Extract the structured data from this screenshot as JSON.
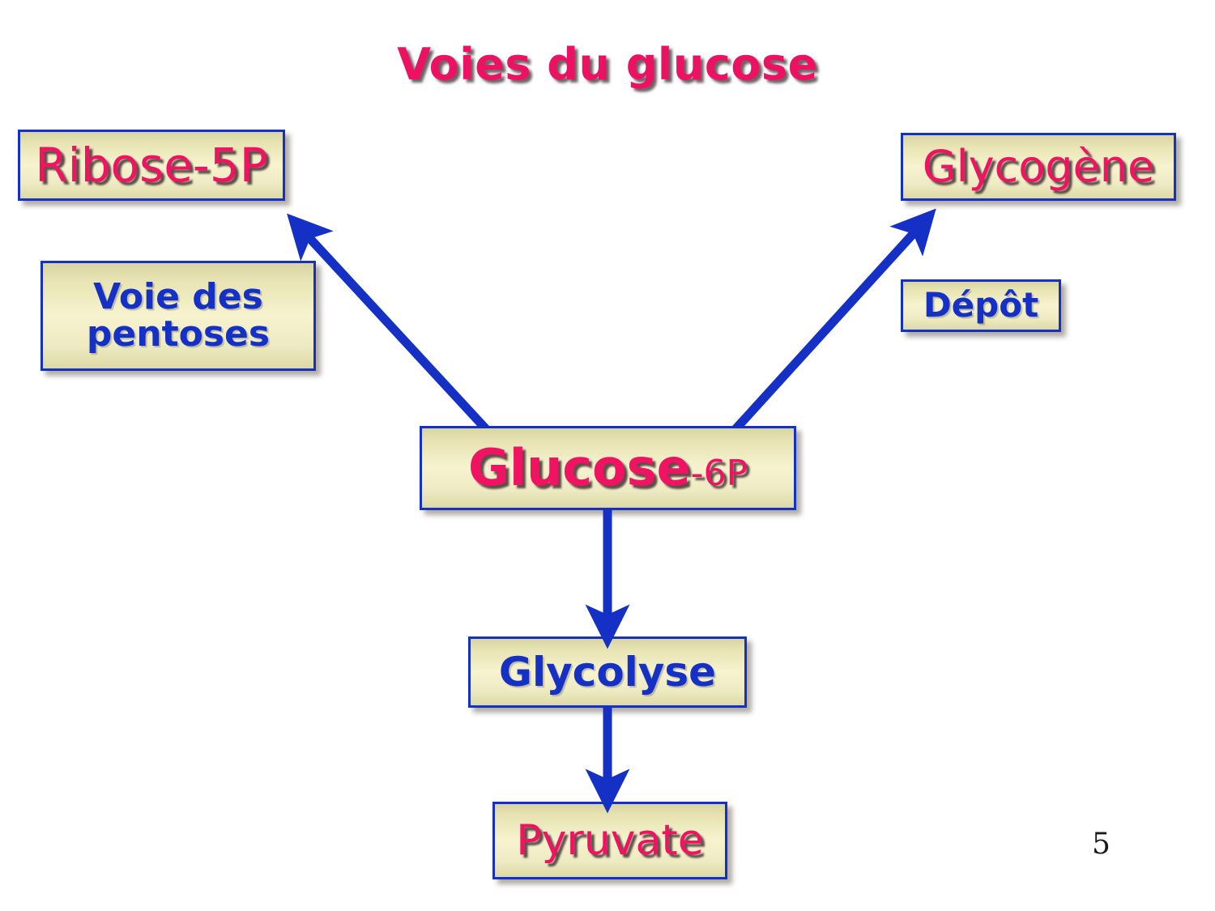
{
  "slide": {
    "title": "Voies du glucose",
    "page_number": "5",
    "colors": {
      "accent_pink": "#ef1361",
      "accent_blue": "#1530c4",
      "box_fill_light": "#f7f3cf",
      "box_fill_dark": "#d9d5a2",
      "background": "#ffffff"
    }
  },
  "diagram": {
    "type": "flow-diagram",
    "nodes": [
      {
        "id": "ribose",
        "label": "Ribose-5P",
        "style": "metabolite"
      },
      {
        "id": "pentoses",
        "label": "Voie des pentoses",
        "line1": "Voie des",
        "line2": "pentoses",
        "style": "process"
      },
      {
        "id": "glycogene",
        "label": "Glycogène",
        "style": "metabolite"
      },
      {
        "id": "depot",
        "label": "Dépôt",
        "style": "process"
      },
      {
        "id": "g6p",
        "label": "Glucose-6P",
        "main": "Glucose",
        "sub": "-6P",
        "style": "metabolite"
      },
      {
        "id": "glycolyse",
        "label": "Glycolyse",
        "style": "process"
      },
      {
        "id": "pyruvate",
        "label": "Pyruvate",
        "style": "metabolite"
      }
    ],
    "edges": [
      {
        "from": "g6p",
        "to": "ribose",
        "label": "Voie des pentoses",
        "direction": "up-left"
      },
      {
        "from": "g6p",
        "to": "glycogene",
        "label": "Dépôt",
        "direction": "up-right"
      },
      {
        "from": "g6p",
        "to": "glycolyse",
        "label": "",
        "direction": "down"
      },
      {
        "from": "glycolyse",
        "to": "pyruvate",
        "label": "",
        "direction": "down"
      }
    ]
  }
}
